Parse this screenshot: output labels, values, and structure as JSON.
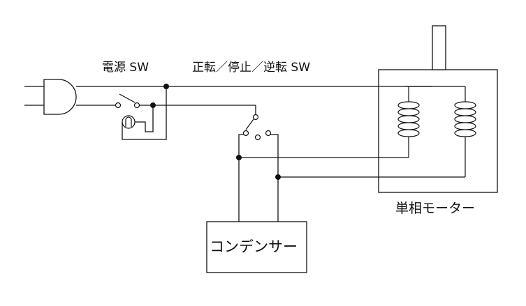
{
  "labels": {
    "power_switch": "電源 SW",
    "forward_stop_reverse_switch": "正転／停止／逆転 SW",
    "single_phase_motor": "単相モーター",
    "capacitor": "コンデンサー"
  },
  "colors": {
    "line": "#111111",
    "background": "#ffffff"
  }
}
